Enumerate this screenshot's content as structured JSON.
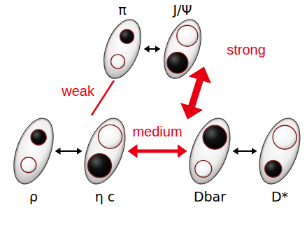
{
  "diagram": {
    "nodes": [
      {
        "text": [
          "π"
        ]
      },
      {
        "text": [
          "J/Ψ"
        ]
      },
      {
        "text": [
          "ρ"
        ]
      },
      {
        "text": [
          "η c"
        ]
      },
      {
        "text": [
          "Dbar"
        ]
      },
      {
        "text": [
          "D*"
        ]
      }
    ],
    "edges": [
      {
        "from": 0,
        "to": 1,
        "arrow": "both"
      },
      {
        "from": 2,
        "to": 3,
        "arrow": "both"
      },
      {
        "from": 4,
        "to": 5,
        "arrow": "both"
      },
      {
        "from": 3,
        "to": 4,
        "label": "medium",
        "arrow": "both"
      },
      {
        "from": 1,
        "to": 4,
        "label": "strong",
        "arrow": "both"
      },
      {
        "from": 3,
        "to": 0,
        "label": "weak",
        "arrow": "none"
      }
    ]
  }
}
